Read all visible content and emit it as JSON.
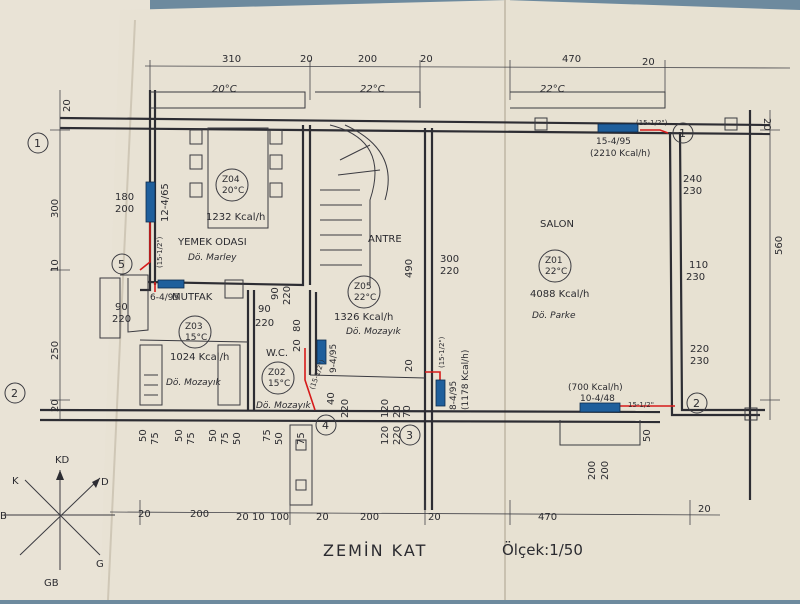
{
  "sheet": {
    "title": "ZEMİN KAT",
    "scale": "Ölçek:1/50"
  },
  "rooms": [
    {
      "id": "Z04",
      "name": "YEMEK ODASI",
      "temp": "20°C",
      "load": "1232 Kcal/h",
      "floor": "Dö. Marley"
    },
    {
      "id": "Z03",
      "name": "MUTFAK",
      "temp": "15°C",
      "load": "1024 Kcal/h",
      "floor": "Dö. Mozayık"
    },
    {
      "id": "Z02",
      "name": "W.C.",
      "temp": "15°C",
      "load": "",
      "floor": "Dö. Mozayık"
    },
    {
      "id": "Z05",
      "name": "ANTRE",
      "temp": "22°C",
      "load": "1326 Kcal/h",
      "floor": "Dö. Mozayık"
    },
    {
      "id": "Z01",
      "name": "SALON",
      "temp": "22°C",
      "load": "4088 Kcal/h",
      "floor": "Dö. Parke"
    }
  ],
  "adjacent_temps": [
    "20°C",
    "22°C",
    "22°C"
  ],
  "radiators": [
    {
      "label": "12-4/65"
    },
    {
      "label": "6-4/95"
    },
    {
      "label": "9-4/95"
    },
    {
      "label": "8-4/95"
    },
    {
      "label": "(1178 Kcal/h)"
    },
    {
      "label": "15-4/95"
    },
    {
      "label": "(2210 Kcal/h)"
    },
    {
      "label": "(700 Kcal/h)"
    },
    {
      "label": "10-4/48"
    }
  ],
  "pipe_labels": [
    "(15-1/2\")",
    "(15-1/2\")",
    "(15-1/2\")",
    "(15-1/2\")",
    "15-1/2\""
  ],
  "axis_markers": [
    "1",
    "2",
    "3",
    "4",
    "5",
    "1",
    "2"
  ],
  "compass": [
    "KD",
    "D",
    "G",
    "GB",
    "B",
    "K"
  ],
  "dimensions": {
    "top": [
      "310",
      "20",
      "200",
      "20",
      "470",
      "20"
    ],
    "bottom": [
      "20",
      "200",
      "20",
      "10",
      "100",
      "20",
      "200",
      "20",
      "470",
      "20"
    ],
    "left": [
      "20",
      "300",
      "180",
      "200",
      "10",
      "90",
      "220",
      "250",
      "20"
    ],
    "right": [
      "20",
      "560"
    ],
    "salon_right": [
      "240",
      "230",
      "110",
      "230",
      "220",
      "230"
    ],
    "inner": [
      "90",
      "220",
      "90",
      "220",
      "80",
      "20",
      "300",
      "220",
      "490",
      "20",
      "40",
      "220",
      "120",
      "20",
      "70",
      "120",
      "220"
    ],
    "doors": [
      "50",
      "75",
      "50",
      "75",
      "50",
      "75",
      "50",
      "75",
      "50",
      "75"
    ],
    "salon_door": [
      "200",
      "200",
      "50"
    ]
  }
}
